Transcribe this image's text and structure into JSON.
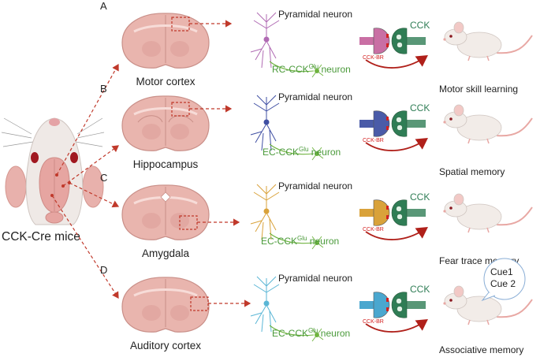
{
  "figure": {
    "mouse_label": "CCK-Cre mice",
    "colors": {
      "brain_fill": "#e9b5ae",
      "brain_dark": "#c98f88",
      "arrow_red": "#c0392b",
      "green_label": "#4a9a3a",
      "receptor_red": "#d42020",
      "cck_green": "#2f7d55",
      "mouse_body": "#f2ece8",
      "mouse_pink": "#e8a8a4"
    },
    "rows": [
      {
        "letter": "A",
        "region": "Motor cortex",
        "pyramidal": "Pyramidal neuron",
        "neuron_prefix": "RC-CCK",
        "neuron_sup": "Glu",
        "neuron_suffix": " neuron",
        "cck": "CCK",
        "receptor": "CCK-BR",
        "outcome": "Motor skill learning",
        "neuron_color": "#b06ab3",
        "synapse_color": "#c96fa4"
      },
      {
        "letter": "B",
        "region": "Hippocampus",
        "pyramidal": "Pyramidal neuron",
        "neuron_prefix": "EC-CCK",
        "neuron_sup": "Glu",
        "neuron_suffix": " neuron",
        "cck": "CCK",
        "receptor": "CCK-BR",
        "outcome": "Spatial memory",
        "neuron_color": "#3f4fa3",
        "synapse_color": "#4a5ba8"
      },
      {
        "letter": "C",
        "region": "Amygdala",
        "pyramidal": "Pyramidal neuron",
        "neuron_prefix": "EC-CCK",
        "neuron_sup": "Glu",
        "neuron_suffix": " neuron",
        "cck": "CCK",
        "receptor": "CCK-BR",
        "outcome": "Fear trace memory",
        "neuron_color": "#d9a23a",
        "synapse_color": "#d9a23a"
      },
      {
        "letter": "D",
        "region": "Auditory cortex",
        "pyramidal": "Pyramidal neuron",
        "neuron_prefix": "EC-CCK",
        "neuron_sup": "Glu",
        "neuron_suffix": " neuron",
        "cck": "CCK",
        "receptor": "CCK-BR",
        "outcome": "Associative memory",
        "neuron_color": "#5ab6d6",
        "synapse_color": "#4aa7cf",
        "bubble": [
          "Cue1",
          "Cue 2"
        ]
      }
    ]
  }
}
